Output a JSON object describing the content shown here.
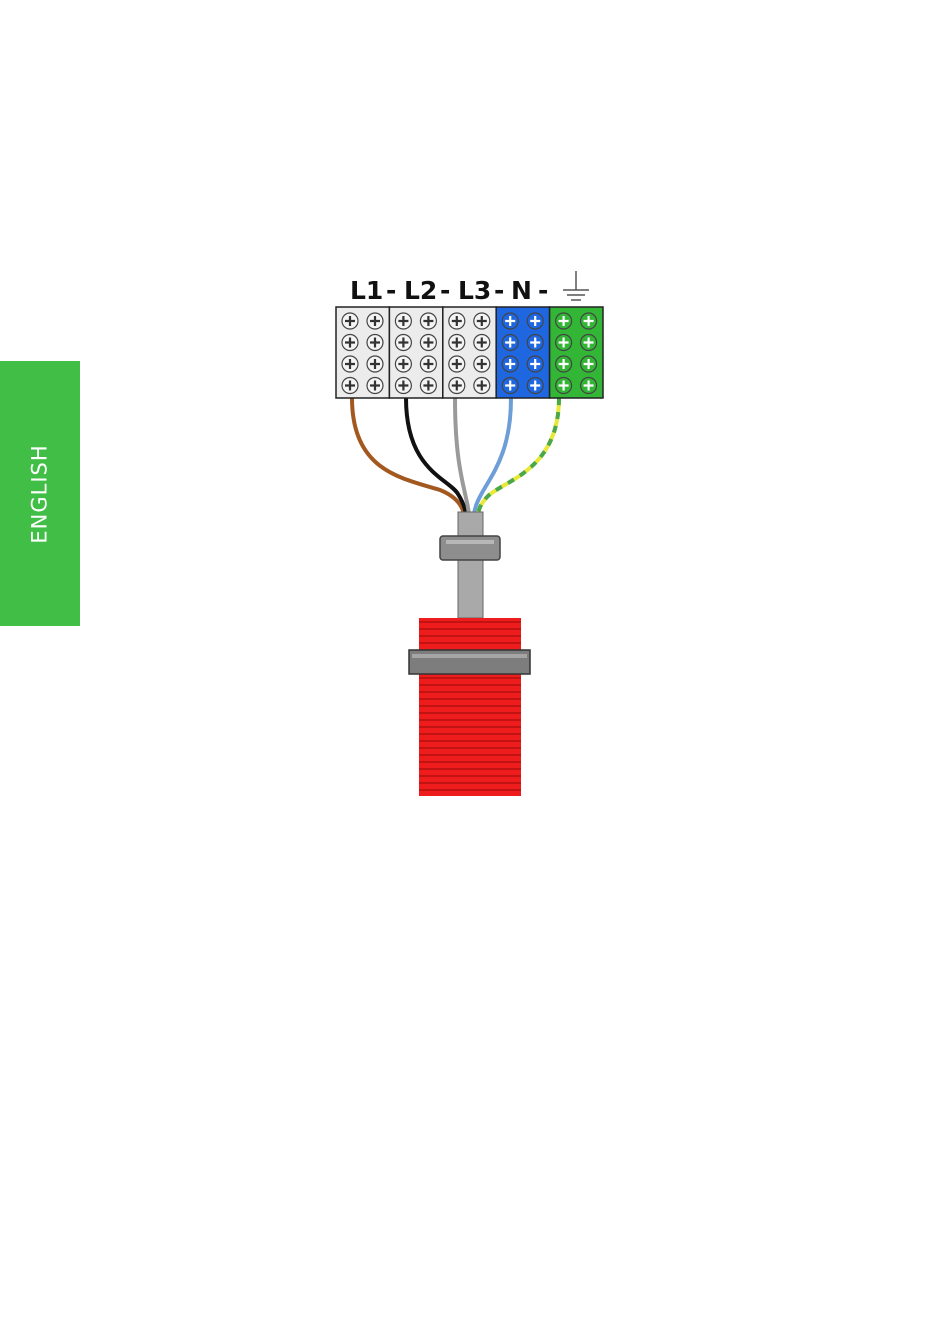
{
  "side_tab": {
    "label": "ENGLISH",
    "color": "#41be45"
  },
  "diagram": {
    "terminals": [
      {
        "label": "L1",
        "block_color": "#ececec",
        "wire_color": "#a2581f"
      },
      {
        "label": "L2",
        "block_color": "#ececec",
        "wire_color": "#111111"
      },
      {
        "label": "L3",
        "block_color": "#ececec",
        "wire_color": "#9a9a9a"
      },
      {
        "label": "N",
        "block_color": "#1f67e0",
        "wire_color": "#6e9ed8"
      },
      {
        "label": "earth",
        "icon": "ground-icon",
        "block_color": "#33b536",
        "wire_color": "#8fbf3e"
      }
    ],
    "separator": "-",
    "element_color": "#ee1c1c",
    "gland_color": "#8e8e8e"
  }
}
